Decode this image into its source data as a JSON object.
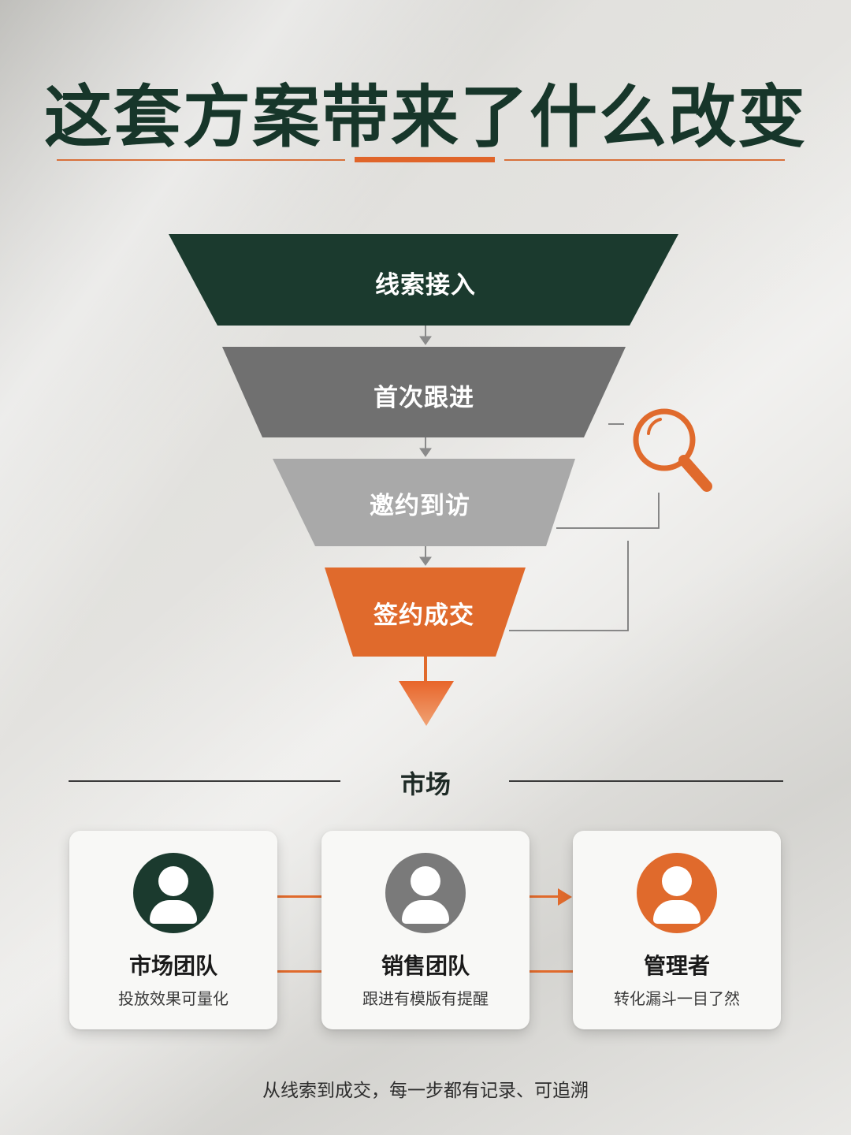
{
  "title": "这套方案带来了什么改变",
  "funnel": {
    "stages": [
      {
        "label": "线索接入",
        "color": "#1b3a2e"
      },
      {
        "label": "首次跟进",
        "color": "#707070"
      },
      {
        "label": "邀约到访",
        "color": "#a9a9a9"
      },
      {
        "label": "签约成交",
        "color": "#e06a2c"
      }
    ],
    "magnifier_icon": "search-icon",
    "arrow_color": "#8a8a8a",
    "bottom_arrow_color": "#e8733a"
  },
  "section": {
    "title": "市场"
  },
  "cards": [
    {
      "title": "市场团队",
      "desc": "投放效果可量化",
      "avatar_color": "#1b3a2e",
      "icon": "user-icon"
    },
    {
      "title": "销售团队",
      "desc": "跟进有模版有提醒",
      "avatar_color": "#7a7a7a",
      "icon": "user-icon"
    },
    {
      "title": "管理者",
      "desc": "转化漏斗一目了然",
      "avatar_color": "#e06a2c",
      "icon": "user-icon"
    }
  ],
  "footer": "从线索到成交，每一步都有记录、可追溯",
  "colors": {
    "accent": "#e06a2c",
    "dark_green": "#1b3a2e"
  }
}
